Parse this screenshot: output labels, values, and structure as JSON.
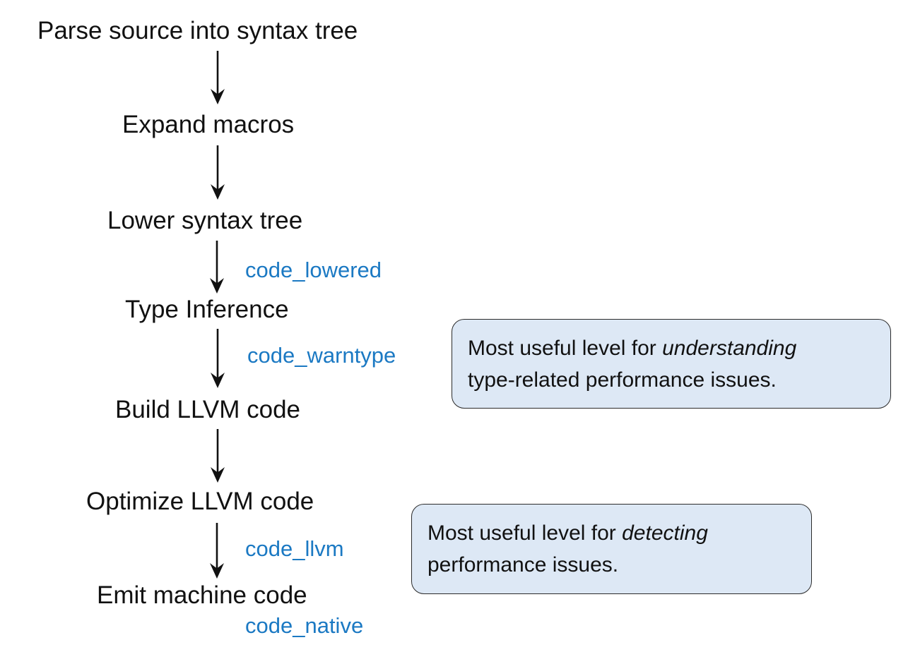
{
  "steps": [
    {
      "label": "Parse source into syntax tree"
    },
    {
      "label": "Expand macros"
    },
    {
      "label": "Lower syntax tree"
    },
    {
      "label": "Type Inference"
    },
    {
      "label": "Build LLVM code"
    },
    {
      "label": "Optimize LLVM code"
    },
    {
      "label": "Emit machine code"
    }
  ],
  "code_labels": [
    {
      "label": "code_lowered"
    },
    {
      "label": "code_warntype"
    },
    {
      "label": "code_llvm"
    },
    {
      "label": "code_native"
    }
  ],
  "callouts": [
    {
      "prefix": "Most useful level for ",
      "emphasis": "understanding",
      "line2": "type-related performance issues."
    },
    {
      "prefix": "Most useful level for ",
      "emphasis": "detecting",
      "line2": "performance issues."
    }
  ],
  "icons": {
    "down_arrow": "↓"
  },
  "colors": {
    "text": "#111111",
    "code_label": "#1B79C3",
    "arrow": "#111111",
    "callout_bg": "#DDE8F5",
    "callout_border": "#2B2B2B"
  }
}
